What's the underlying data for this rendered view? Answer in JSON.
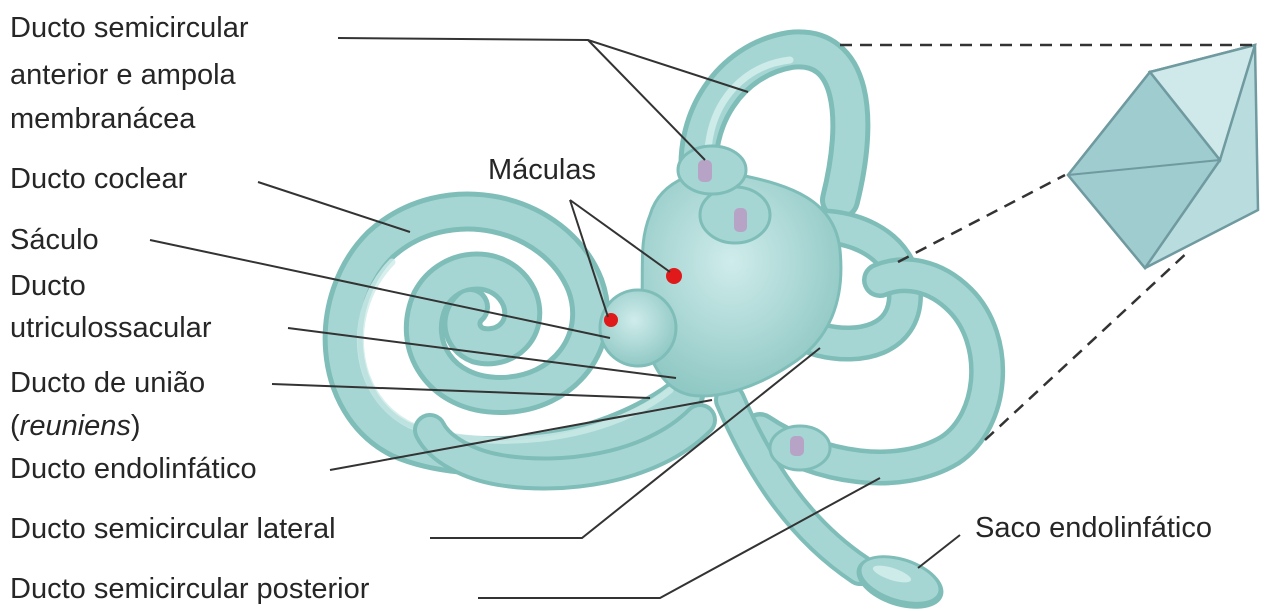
{
  "labels": {
    "anterior_line1": "Ducto semicircular",
    "anterior_line2": "anterior e ampola",
    "anterior_line3": "membranácea",
    "coclear": "Ducto coclear",
    "saculo": "Sáculo",
    "utriculo_line1": "Ducto",
    "utriculo_line2": "utriculossacular",
    "uniao_line1": "Ducto de união",
    "uniao_open": "(",
    "uniao_italic": "reuniens",
    "uniao_close": ")",
    "endolinfatico": "Ducto endolinfático",
    "lateral": "Ducto semicircular lateral",
    "posterior": "Ducto semicircular posterior",
    "maculas": "Máculas",
    "saco": "Saco endolinfático"
  },
  "colors": {
    "duct_fill": "#a6d6d3",
    "duct_dark": "#7fbdb9",
    "duct_light": "#cdebe8",
    "macula_red": "#e01a1a",
    "crista_purple": "#b7a3c6",
    "leader": "#333333",
    "crystal_fill": "#b9dcdf",
    "crystal_edge": "#6f9aa0"
  }
}
